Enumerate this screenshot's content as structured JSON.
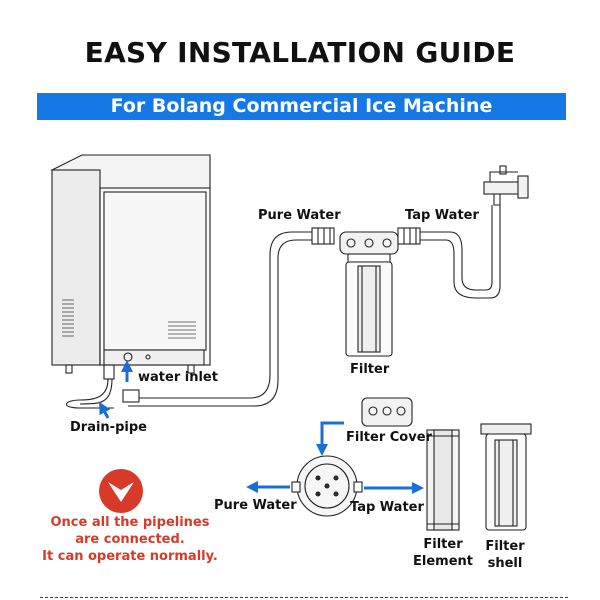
{
  "header": {
    "title": "EASY INSTALLATION GUIDE",
    "subtitle": "For Bolang Commercial Ice Machine"
  },
  "labels": {
    "pure_water_top": "Pure Water",
    "tap_water_top": "Tap Water",
    "filter": "Filter",
    "water_inlet": "water inlet",
    "drain_pipe": "Drain-pipe",
    "filter_cover": "Filter Cover",
    "pure_water_bottom": "Pure Water",
    "tap_water_bottom": "Tap Water",
    "filter_element": [
      "Filter",
      "Element"
    ],
    "filter_shell": [
      "Filter",
      "shell"
    ]
  },
  "note": {
    "lines": [
      "Once all the pipelines",
      "are connected.",
      "It can operate normally."
    ]
  },
  "icons": {
    "warning": "chevron-down-icon",
    "arrow": "blue-arrow-icon"
  },
  "colors": {
    "banner": "#1478e6",
    "arrow": "#1a6fd6",
    "warning": "#d83a2a"
  }
}
